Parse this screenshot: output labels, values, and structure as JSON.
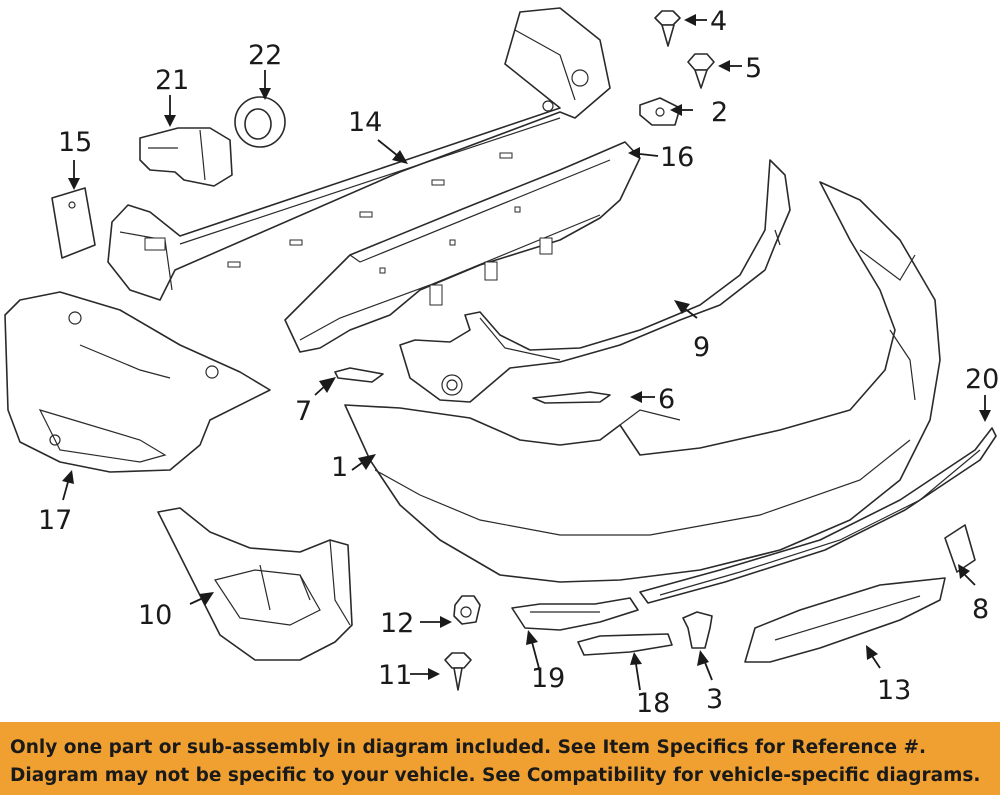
{
  "diagram": {
    "callouts": [
      "1",
      "2",
      "3",
      "4",
      "5",
      "6",
      "7",
      "8",
      "9",
      "10",
      "11",
      "12",
      "13",
      "14",
      "15",
      "16",
      "17",
      "18",
      "19",
      "20",
      "21",
      "22"
    ]
  },
  "notice": {
    "line1": "Only one part or sub-assembly in diagram included. See Item Specifics for Reference #.",
    "line2": "Diagram may not be specific to your vehicle. See Compatibility for vehicle-specific diagrams."
  },
  "colors": {
    "banner": "#f0a030",
    "ink": "#1a1a1a",
    "background": "#ffffff"
  }
}
